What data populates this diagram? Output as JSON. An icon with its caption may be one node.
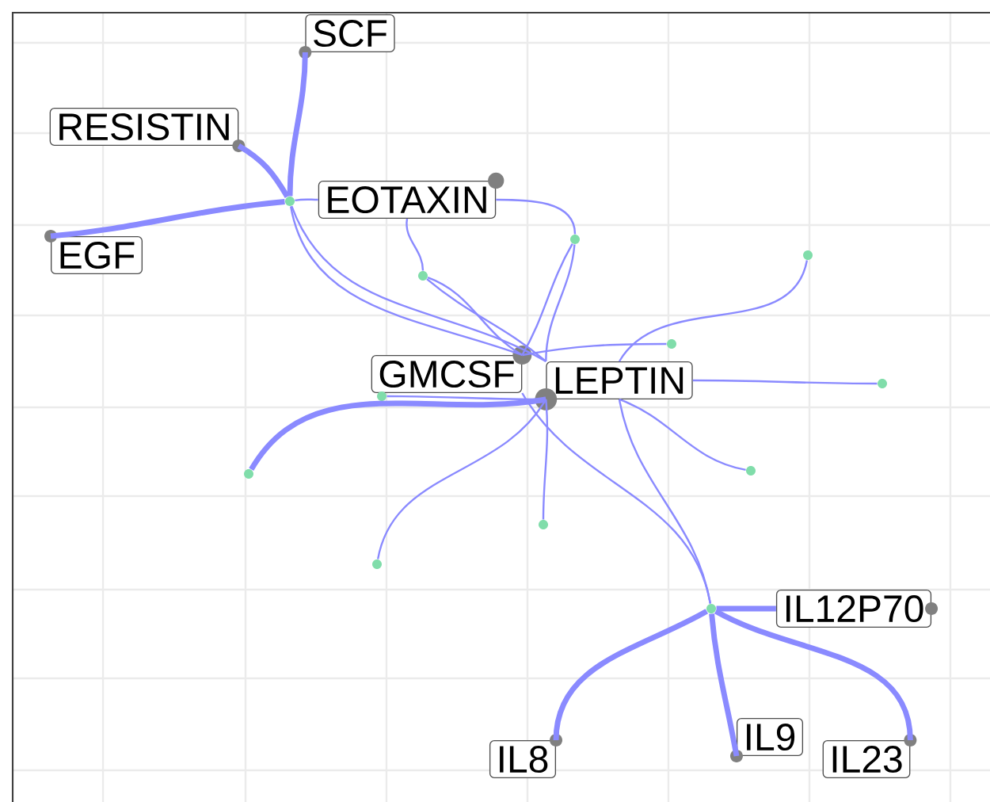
{
  "diagram": {
    "nodes": [
      {
        "text": [
          "SCF"
        ]
      },
      {
        "text": [
          "RESISTIN"
        ]
      },
      {
        "text": [
          "EGF"
        ]
      },
      {
        "text": [
          "EOTAXIN"
        ]
      },
      {
        "text": [
          "GMCSF"
        ]
      },
      {
        "text": [
          "LEPTIN"
        ]
      },
      {
        "text": [
          "IL12P70"
        ]
      },
      {
        "text": [
          "IL8"
        ]
      },
      {
        "text": [
          "IL9"
        ]
      },
      {
        "text": [
          "IL23"
        ]
      },
      {
        "text": [],
        "shape": "circle"
      },
      {
        "text": [],
        "shape": "circle"
      },
      {
        "text": [],
        "shape": "circle"
      },
      {
        "text": [],
        "shape": "circle"
      },
      {
        "text": [],
        "shape": "circle"
      },
      {
        "text": [],
        "shape": "circle"
      },
      {
        "text": [],
        "shape": "circle"
      },
      {
        "text": [],
        "shape": "circle"
      },
      {
        "text": [],
        "shape": "circle"
      },
      {
        "text": [],
        "shape": "circle"
      },
      {
        "text": [],
        "shape": "circle"
      },
      {
        "text": [],
        "shape": "circle"
      }
    ],
    "edges": [
      {
        "from": 0,
        "to": 10,
        "arrow": "none",
        "style": "thick"
      },
      {
        "from": 1,
        "to": 10,
        "arrow": "none",
        "style": "thick"
      },
      {
        "from": 2,
        "to": 10,
        "arrow": "none",
        "style": "thick"
      },
      {
        "from": 10,
        "to": 3,
        "arrow": "none"
      },
      {
        "from": 10,
        "to": 4,
        "arrow": "none"
      },
      {
        "from": 10,
        "to": 5,
        "arrow": "none"
      },
      {
        "from": 3,
        "to": 13,
        "arrow": "none"
      },
      {
        "from": 3,
        "to": 11,
        "arrow": "none"
      },
      {
        "from": 13,
        "to": 4,
        "arrow": "none"
      },
      {
        "from": 13,
        "to": 5,
        "arrow": "none"
      },
      {
        "from": 11,
        "to": 4,
        "arrow": "none"
      },
      {
        "from": 11,
        "to": 5,
        "arrow": "none"
      },
      {
        "from": 4,
        "to": 14,
        "arrow": "none"
      },
      {
        "from": 12,
        "to": 5,
        "arrow": "none"
      },
      {
        "from": 15,
        "to": 5,
        "arrow": "none"
      },
      {
        "from": 16,
        "to": 5,
        "arrow": "none"
      },
      {
        "from": 17,
        "to": 5,
        "arrow": "none",
        "style": "thick"
      },
      {
        "from": 18,
        "to": 5,
        "arrow": "none"
      },
      {
        "from": 19,
        "to": 5,
        "arrow": "none"
      },
      {
        "from": 20,
        "to": 5,
        "arrow": "none"
      },
      {
        "from": 4,
        "to": 21,
        "arrow": "none"
      },
      {
        "from": 5,
        "to": 21,
        "arrow": "none"
      },
      {
        "from": 21,
        "to": 6,
        "arrow": "none",
        "style": "thick"
      },
      {
        "from": 21,
        "to": 7,
        "arrow": "none",
        "style": "thick"
      },
      {
        "from": 21,
        "to": 8,
        "arrow": "none",
        "style": "thick"
      },
      {
        "from": 21,
        "to": 9,
        "arrow": "none",
        "style": "thick"
      }
    ]
  }
}
